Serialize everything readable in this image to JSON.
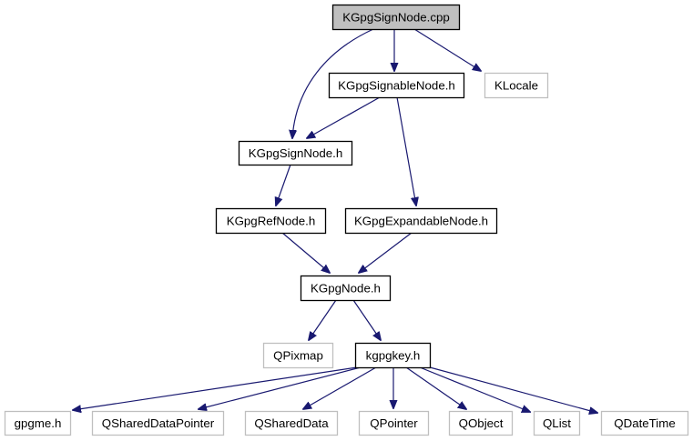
{
  "diagram": {
    "type": "include-dependency-graph",
    "edge_color": "#191970",
    "node_styles": {
      "root": {
        "fill": "#bfbfbf",
        "stroke": "#000000"
      },
      "documented": {
        "fill": "#ffffff",
        "stroke": "#000000"
      },
      "external": {
        "fill": "#ffffff",
        "stroke": "#bfbfbf"
      }
    },
    "nodes": [
      {
        "id": "root",
        "label": "KGpgSignNode.cpp",
        "style": "root"
      },
      {
        "id": "signable",
        "label": "KGpgSignableNode.h",
        "style": "documented"
      },
      {
        "id": "klocale",
        "label": "KLocale",
        "style": "external"
      },
      {
        "id": "signnode",
        "label": "KGpgSignNode.h",
        "style": "documented"
      },
      {
        "id": "refnode",
        "label": "KGpgRefNode.h",
        "style": "documented"
      },
      {
        "id": "expandable",
        "label": "KGpgExpandableNode.h",
        "style": "documented"
      },
      {
        "id": "node",
        "label": "KGpgNode.h",
        "style": "documented"
      },
      {
        "id": "qpixmap",
        "label": "QPixmap",
        "style": "external"
      },
      {
        "id": "kgpgkey",
        "label": "kgpgkey.h",
        "style": "documented"
      },
      {
        "id": "gpgme",
        "label": "gpgme.h",
        "style": "external"
      },
      {
        "id": "qshareddatapointer",
        "label": "QSharedDataPointer",
        "style": "external"
      },
      {
        "id": "qshareddata",
        "label": "QSharedData",
        "style": "external"
      },
      {
        "id": "qpointer",
        "label": "QPointer",
        "style": "external"
      },
      {
        "id": "qobject",
        "label": "QObject",
        "style": "external"
      },
      {
        "id": "qlist",
        "label": "QList",
        "style": "external"
      },
      {
        "id": "qdatetime",
        "label": "QDateTime",
        "style": "external"
      }
    ],
    "edges": [
      {
        "from": "root",
        "to": "signable"
      },
      {
        "from": "root",
        "to": "klocale"
      },
      {
        "from": "root",
        "to": "signnode"
      },
      {
        "from": "signable",
        "to": "signnode"
      },
      {
        "from": "signable",
        "to": "expandable"
      },
      {
        "from": "signnode",
        "to": "refnode"
      },
      {
        "from": "refnode",
        "to": "node"
      },
      {
        "from": "expandable",
        "to": "node"
      },
      {
        "from": "node",
        "to": "qpixmap"
      },
      {
        "from": "node",
        "to": "kgpgkey"
      },
      {
        "from": "kgpgkey",
        "to": "gpgme"
      },
      {
        "from": "kgpgkey",
        "to": "qshareddatapointer"
      },
      {
        "from": "kgpgkey",
        "to": "qshareddata"
      },
      {
        "from": "kgpgkey",
        "to": "qpointer"
      },
      {
        "from": "kgpgkey",
        "to": "qobject"
      },
      {
        "from": "kgpgkey",
        "to": "qlist"
      },
      {
        "from": "kgpgkey",
        "to": "qdatetime"
      }
    ]
  }
}
